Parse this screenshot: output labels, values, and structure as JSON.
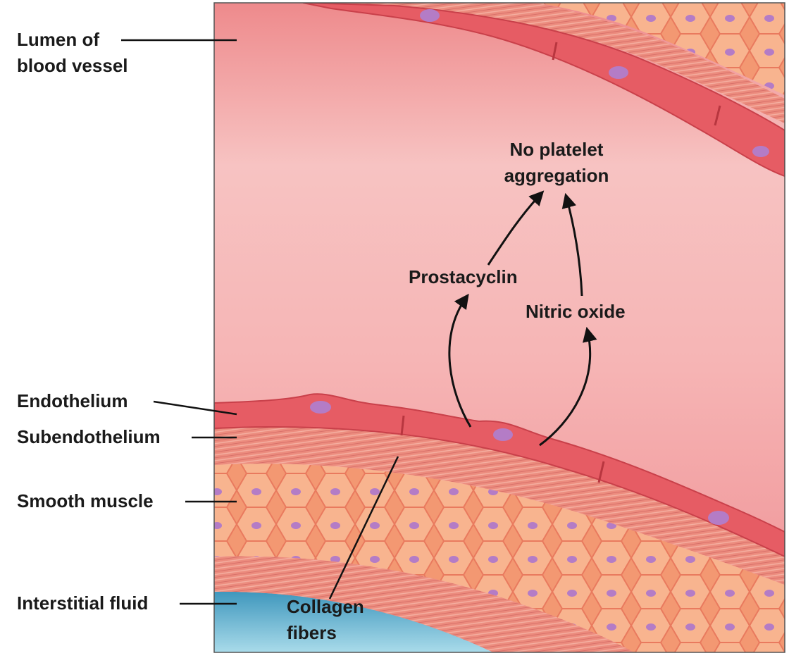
{
  "labels": {
    "lumen": [
      "Lumen of",
      "blood vessel"
    ],
    "endothelium": "Endothelium",
    "subendothelium": "Subendothelium",
    "smooth_muscle": "Smooth muscle",
    "interstitial_fluid": "Interstitial fluid",
    "collagen": [
      "Collagen",
      "fibers"
    ],
    "no_platelet": [
      "No platelet",
      "aggregation"
    ],
    "prostacyclin": "Prostacyclin",
    "nitric_oxide": "Nitric oxide"
  },
  "colors": {
    "lumen": "#f6b7b4",
    "endothelium": "#e85a62",
    "subendothelium": "#eb8478",
    "smooth_muscle": "#f49a76",
    "nucleus": "#b47cc6",
    "interstitial_fluid": "#7fc6dc",
    "text": "#1a1a1a"
  }
}
